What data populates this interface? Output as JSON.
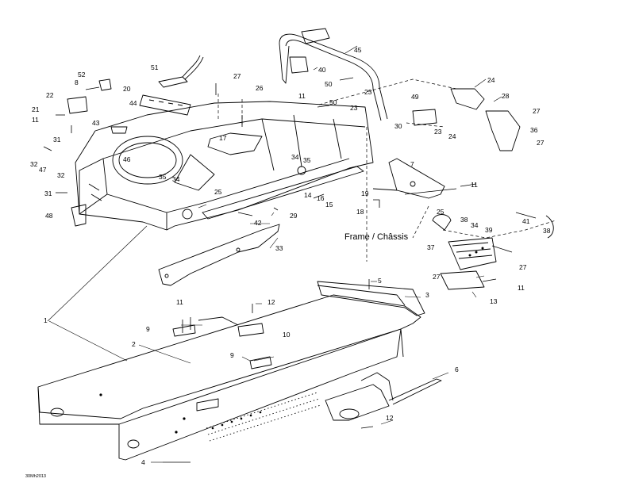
{
  "diagram": {
    "title": "Frame / Châssis",
    "drawing_code": "30Mh2013",
    "callouts": [
      "1",
      "2",
      "3",
      "4",
      "5",
      "6",
      "7",
      "8",
      "9",
      "9",
      "10",
      "11",
      "11",
      "11",
      "11",
      "11",
      "11",
      "12",
      "12",
      "13",
      "14",
      "15",
      "16",
      "17",
      "18",
      "19",
      "20",
      "21",
      "22",
      "23",
      "23",
      "23",
      "24",
      "24",
      "25",
      "25",
      "26",
      "27",
      "27",
      "27",
      "27",
      "27",
      "28",
      "29",
      "30",
      "31",
      "31",
      "32",
      "32",
      "33",
      "34",
      "34",
      "34",
      "35",
      "35",
      "36",
      "37",
      "38",
      "38",
      "39",
      "40",
      "41",
      "42",
      "43",
      "44",
      "45",
      "46",
      "47",
      "48",
      "49",
      "50",
      "50",
      "51",
      "52"
    ]
  }
}
